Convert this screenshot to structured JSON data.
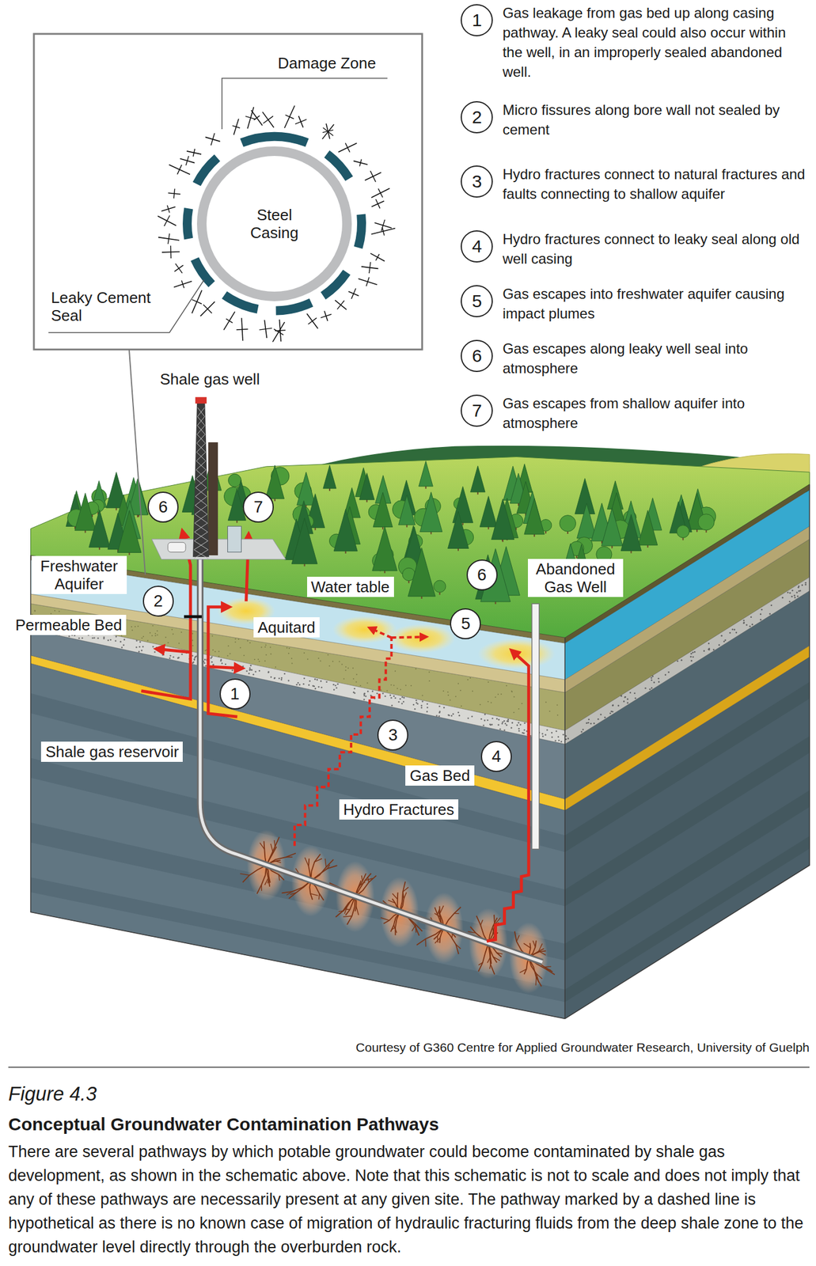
{
  "diagram": {
    "title": "Conceptual Groundwater Contamination Pathways",
    "caption": "There are several pathways by which potable groundwater could become contaminated by shale gas development, as shown in the schematic above. Note that this schematic is not to scale and does not imply that any of these pathways are necessarily present at any given site. The pathway marked by a dashed line is hypothetical as there is no known case of migration of hydraulic fracturing fluids from the deep shale zone to the groundwater level directly through the overburden rock.",
    "nodes": [
      {
        "text": [
          "Damage Zone"
        ]
      },
      {
        "text": [
          "Steel Casing"
        ]
      },
      {
        "text": [
          "Leaky Cement Seal"
        ]
      },
      {
        "text": [
          "1",
          "Gas leakage from gas bed up along casing pathway. A leaky seal could also occur within the well, in an improperly sealed abandoned well."
        ]
      },
      {
        "text": [
          "2",
          "Micro fissures along bore wall not sealed by cement"
        ]
      },
      {
        "text": [
          "3",
          "Hydro fractures connect to natural fractures and faults connecting to shallow aquifer"
        ]
      },
      {
        "text": [
          "4",
          "Hydro fractures connect to leaky seal along old well casing"
        ]
      },
      {
        "text": [
          "5",
          "Gas escapes into freshwater aquifer causing impact plumes"
        ]
      },
      {
        "text": [
          "6",
          "Gas escapes along leaky well seal into atmosphere"
        ]
      },
      {
        "text": [
          "7",
          "Gas escapes from shallow aquifer into atmosphere"
        ]
      },
      {
        "text": [
          "Shale gas well"
        ]
      },
      {
        "text": [
          "6"
        ]
      },
      {
        "text": [
          "7"
        ]
      },
      {
        "text": [
          "Freshwater Aquifer"
        ]
      },
      {
        "text": [
          "2"
        ]
      },
      {
        "text": [
          "Water table"
        ]
      },
      {
        "text": [
          "Abandoned Gas Well"
        ]
      },
      {
        "text": [
          "6"
        ]
      },
      {
        "text": [
          "Permeable Bed"
        ]
      },
      {
        "text": [
          "Aquitard"
        ]
      },
      {
        "text": [
          "5"
        ]
      },
      {
        "text": [
          "1"
        ]
      },
      {
        "text": [
          "Shale gas reservoir"
        ]
      },
      {
        "text": [
          "3"
        ]
      },
      {
        "text": [
          "4"
        ]
      },
      {
        "text": [
          "Gas Bed"
        ]
      },
      {
        "text": [
          "Hydro Fractures"
        ]
      }
    ],
    "labels": [
      "Courtesy of G360 Centre for Applied Groundwater Research, University of Guelph",
      "Figure 4.3"
    ]
  }
}
